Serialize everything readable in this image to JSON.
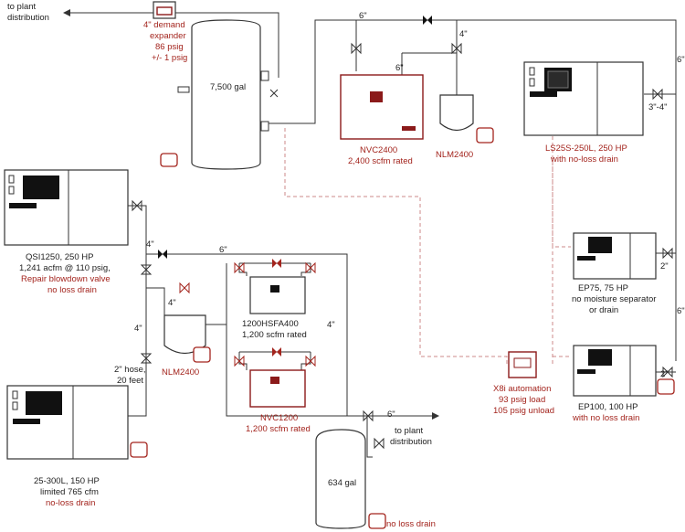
{
  "labels": {
    "to_plant_top": "to plant\ndistribution",
    "demand_expander": "4\" demand\nexpander\n86 psig\n+/- 1 psig",
    "tank_7500": "7,500 gal",
    "nvc2400": "NVC2400\n2,400 scfm rated",
    "nlm2400_top": "NLM2400",
    "ls25s": "LS25S-250L, 250 HP\nwith no-loss drain",
    "qsi1250": "QSI1250, 250 HP\n1,241 acfm @ 110 psig,",
    "qsi1250_red": "Repair blowdown valve\nno loss drain",
    "hfa400": "1200HSFA400\n1,200 scfm rated",
    "nvc1200": "NVC1200\n1,200 scfm rated",
    "nlm2400_left": "NLM2400",
    "hose": "2\" hose,\n20 feet",
    "ls25_300": "25-300L, 150 HP\nlimited 765 cfm\nno-loss drain",
    "to_plant_bottom": "to plant\ndistribution",
    "tank_634": "634 gal",
    "no_loss_drain": "no loss drain",
    "x8i": "X8i automation\n93 psig load\n105 psig unload",
    "ep75": "EP75, 75 HP\nno moisture separator\nor drain",
    "ep100": "EP100, 100 HP\nwith no loss drain"
  },
  "pipe_sizes": {
    "top_6": "6\"",
    "top_4": "4\"",
    "nvc_6": "6\"",
    "right_6a": "6\"",
    "right_34": "3\"-4\"",
    "right_2a": "2\"",
    "right_6b": "6\"",
    "right_2b": "2\"",
    "mid_6": "6\"",
    "left_4a": "4\"",
    "left_4b": "4\"",
    "nlm_4": "4\"",
    "mid_4": "4\"",
    "bottom_6": "6\""
  },
  "colors": {
    "pipe": "#333333",
    "control_line": "#cc8888",
    "highlight": "#a3241d"
  }
}
